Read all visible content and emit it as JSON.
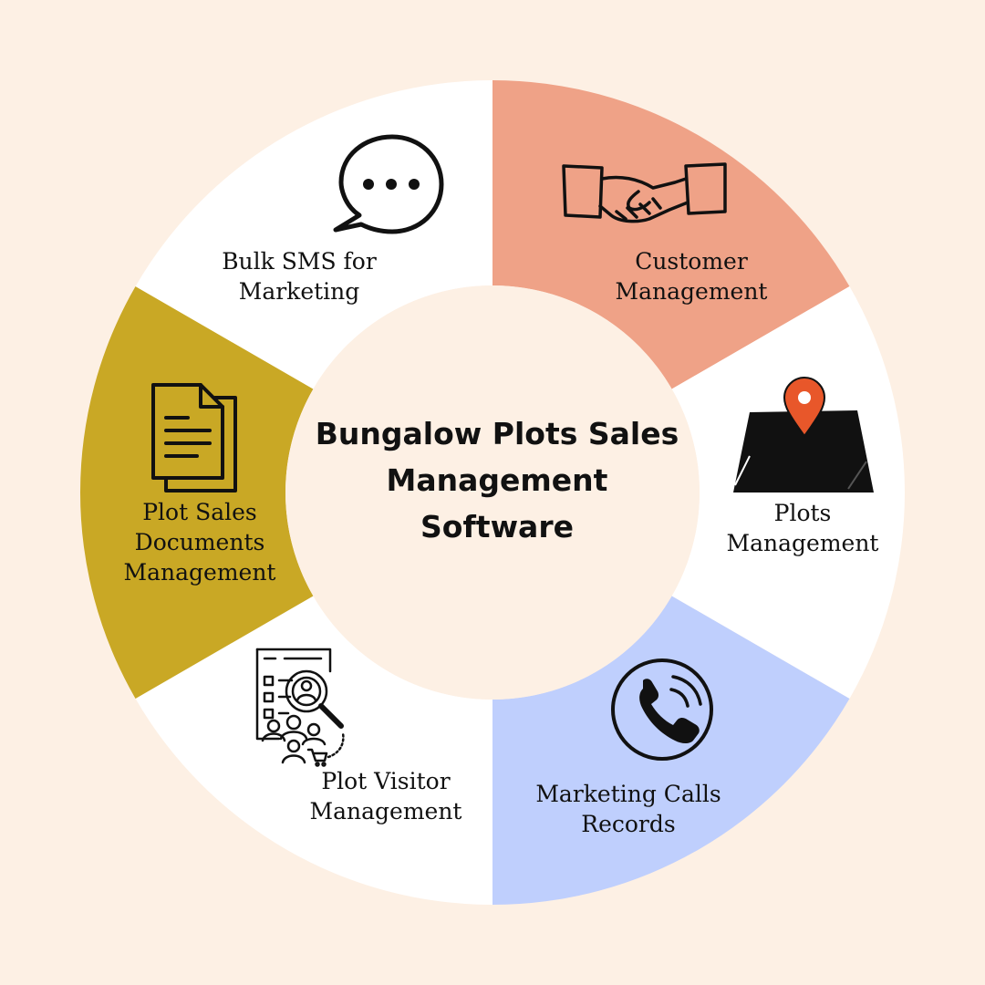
{
  "colors": {
    "background": "#fdf0e4",
    "center_fill": "#fdf0e4",
    "customer_segment": "#efa287",
    "plots_segment": "#ffffff",
    "calls_segment": "#bfcffd",
    "visitor_segment": "#ffffff",
    "documents_segment": "#c9a825",
    "sms_segment": "#ffffff",
    "pin_accent": "#e8572a"
  },
  "center": {
    "title_lines": [
      "Bungalow Plots Sales",
      "Management",
      "Software"
    ]
  },
  "segments": [
    {
      "id": "customer",
      "icon": "handshake-icon",
      "lines": [
        "Customer",
        "Management"
      ]
    },
    {
      "id": "plots",
      "icon": "map-pin-icon",
      "lines": [
        "Plots",
        "Management"
      ]
    },
    {
      "id": "calls",
      "icon": "phone-call-icon",
      "lines": [
        "Marketing Calls",
        "Records"
      ]
    },
    {
      "id": "visitor",
      "icon": "visitor-search-icon",
      "lines": [
        "Plot Visitor",
        "Management"
      ]
    },
    {
      "id": "documents",
      "icon": "documents-icon",
      "lines": [
        "Plot Sales",
        "Documents",
        "Management"
      ]
    },
    {
      "id": "sms",
      "icon": "chat-bubble-icon",
      "lines": [
        "Bulk SMS for",
        "Marketing"
      ]
    }
  ]
}
